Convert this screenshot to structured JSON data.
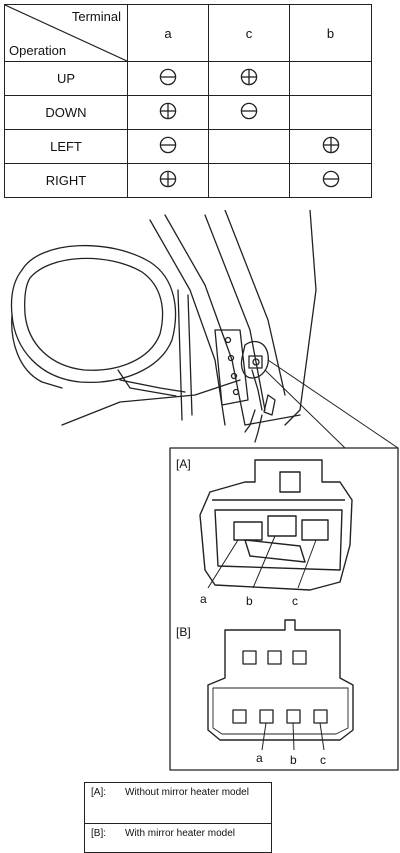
{
  "table": {
    "header_terminal": "Terminal",
    "header_operation": "Operation",
    "columns": [
      "a",
      "c",
      "b"
    ],
    "rows": [
      {
        "label": "UP",
        "cells": [
          "minus",
          "plus",
          ""
        ]
      },
      {
        "label": "DOWN",
        "cells": [
          "plus",
          "minus",
          ""
        ]
      },
      {
        "label": "LEFT",
        "cells": [
          "minus",
          "",
          "plus"
        ]
      },
      {
        "label": "RIGHT",
        "cells": [
          "plus",
          "",
          "minus"
        ]
      }
    ]
  },
  "connector_a": {
    "tag": "[A]",
    "pins": [
      "a",
      "b",
      "c"
    ]
  },
  "connector_b": {
    "tag": "[B]",
    "pins": [
      "a",
      "b",
      "c"
    ]
  },
  "legend": [
    {
      "key": "[A]:",
      "text": "Without mirror heater model"
    },
    {
      "key": "[B]:",
      "text": "With mirror heater model"
    }
  ],
  "icons": {
    "plus": "circle-plus-icon",
    "minus": "circle-minus-icon"
  }
}
